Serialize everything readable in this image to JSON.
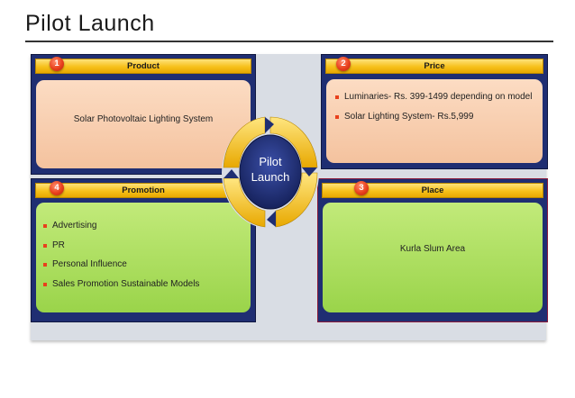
{
  "title": "Pilot Launch",
  "hub": {
    "line1": "Pilot",
    "line2": "Launch"
  },
  "quadrants": {
    "product": {
      "number": "1",
      "heading": "Product",
      "text": "Solar Photovoltaic Lighting System"
    },
    "price": {
      "number": "2",
      "heading": "Price",
      "bullets": [
        "Luminaries- Rs. 399-1499 depending on model",
        "Solar Lighting System- Rs.5,999"
      ]
    },
    "promotion": {
      "number": "4",
      "heading": "Promotion",
      "bullets": [
        "Advertising",
        "PR",
        "Personal Influence",
        "Sales Promotion Sustainable Models"
      ]
    },
    "place": {
      "number": "3",
      "heading": "Place",
      "text": "Kurla Slum Area"
    }
  },
  "colors": {
    "panel": "#1f2e72",
    "header": "#f6c01a",
    "badge": "#e8401c",
    "peach": "#f4c29e",
    "green": "#9ad44a",
    "hub": "#1f2e72",
    "hub-ring": "#f6c01a"
  }
}
